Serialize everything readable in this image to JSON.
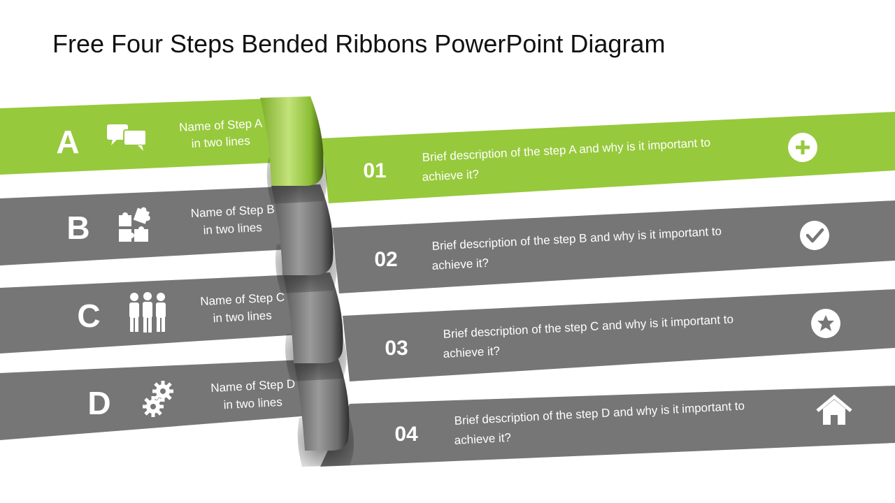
{
  "title": "Free Four Steps Bended Ribbons PowerPoint Diagram",
  "colors": {
    "accent": "#97c93c",
    "gray": "#767676",
    "white": "#ffffff"
  },
  "steps": [
    {
      "letter": "A",
      "name_line1": "Name of Step A",
      "name_line2": "in two lines",
      "number": "01",
      "desc_line1": "Brief description of the step A and why is it important to",
      "desc_line2": "achieve it?",
      "left_icon": "speech-bubbles-icon",
      "right_icon": "plus-circle-icon",
      "color": "#97c93c"
    },
    {
      "letter": "B",
      "name_line1": "Name of Step B",
      "name_line2": "in two lines",
      "number": "02",
      "desc_line1": "Brief description of the step B and why is it important to",
      "desc_line2": "achieve it?",
      "left_icon": "puzzle-icon",
      "right_icon": "check-circle-icon",
      "color": "#767676"
    },
    {
      "letter": "C",
      "name_line1": "Name of Step C",
      "name_line2": "in two lines",
      "number": "03",
      "desc_line1": "Brief description of the step C and why is it important to",
      "desc_line2": "achieve it?",
      "left_icon": "people-group-icon",
      "right_icon": "star-circle-icon",
      "color": "#767676"
    },
    {
      "letter": "D",
      "name_line1": "Name of Step D",
      "name_line2": "in two lines",
      "number": "04",
      "desc_line1": "Brief description of the step D and why is it important to",
      "desc_line2": "achieve it?",
      "left_icon": "gears-icon",
      "right_icon": "home-icon",
      "color": "#767676"
    }
  ]
}
